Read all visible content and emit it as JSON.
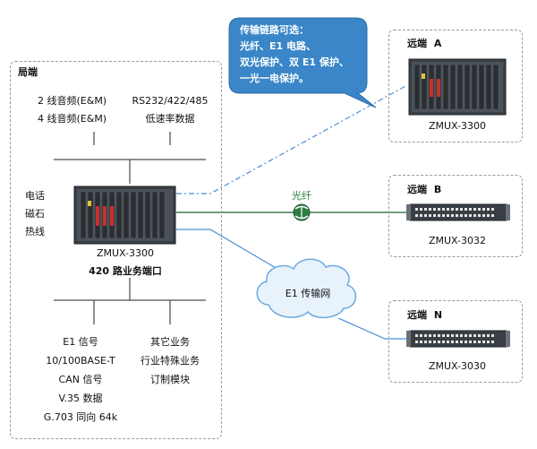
{
  "callout": {
    "line1": "传输链路可选：",
    "line2": "光纤、E1 电路、",
    "line3": "双光保护、双 E1 保护、",
    "line4": "一光一电保护。"
  },
  "local_site": {
    "title": "局端",
    "audio_2wire": "2 线音频(E&M)",
    "audio_4wire": "4 线音频(E&M)",
    "serial_ports": "RS232/422/485",
    "low_rate_data": "低速率数据",
    "phone": "电话",
    "magneto": "磁石",
    "hotline": "热线",
    "device_model": "ZMUX-3300",
    "ports_caption": "420 路业务端口",
    "left_services": [
      "E1 信号",
      "10/100BASE-T",
      "CAN 信号",
      "V.35 数据",
      "G.703 同向 64k"
    ],
    "right_services": [
      "其它业务",
      "行业特殊业务",
      "订制模块"
    ]
  },
  "remote_a": {
    "title": "远端",
    "letter": "A",
    "device_model": "ZMUX-3300"
  },
  "remote_b": {
    "title": "远端",
    "letter": "B",
    "device_model": "ZMUX-3032"
  },
  "remote_n": {
    "title": "远端",
    "letter": "N",
    "device_model": "ZMUX-3030"
  },
  "links": {
    "fiber_label": "光纤",
    "e1_network_label": "E1 传输网"
  },
  "colors": {
    "callout_fill": "#3a86c8",
    "fiber_line": "#3f7f55",
    "e1_line": "#4a8fd6",
    "dash_line": "#4a8fd6"
  }
}
